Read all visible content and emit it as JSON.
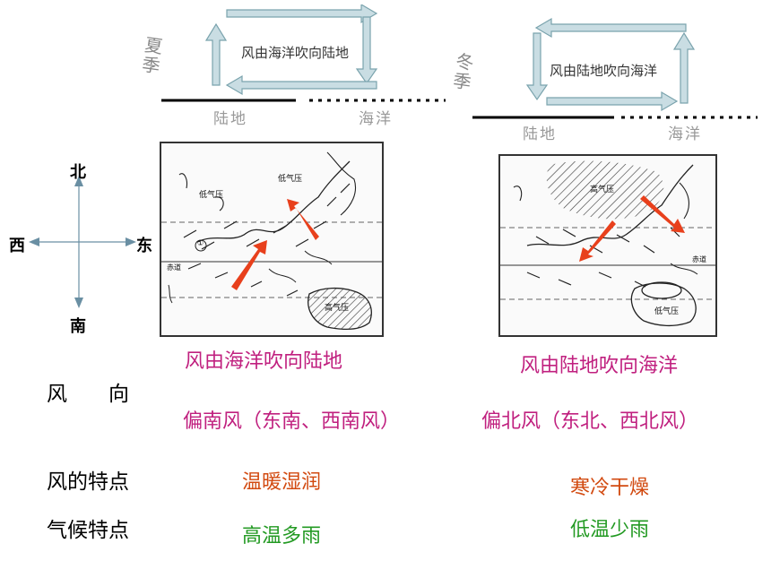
{
  "summer": {
    "season_label": "夏季",
    "cycle_label": "风由海洋吹向陆地",
    "land_label": "陆地",
    "ocean_label": "海洋",
    "map": {
      "low_left": "低气压",
      "low_right": "低气压",
      "high": "高气压",
      "equator": "赤道",
      "marker": "①"
    }
  },
  "winter": {
    "season_label": "冬季",
    "cycle_label": "风由陆地吹向海洋",
    "land_label": "陆地",
    "ocean_label": "海洋",
    "map": {
      "high": "高气压",
      "low": "低气压",
      "equator": "赤道"
    }
  },
  "compass": {
    "north": "北",
    "south": "南",
    "west": "西",
    "east": "东"
  },
  "table": {
    "wind_direction_label": "风　　向",
    "wind_feature_label": "风的特点",
    "climate_label": "气候特点",
    "summer_desc": "风由海洋吹向陆地",
    "winter_desc": "风由陆地吹向海洋",
    "summer_direction": "偏南风（东南、西南风）",
    "winter_direction": "偏北风（东北、西北风）",
    "summer_wind_feature": "温暖湿润",
    "winter_wind_feature": "寒冷干燥",
    "summer_climate": "高温多雨",
    "winter_climate": "低温少雨"
  },
  "colors": {
    "arrow_fill": "#c9dde3",
    "arrow_stroke": "#7aa3ad",
    "wind_arrow": "#e8401c",
    "text_magenta": "#c0207f",
    "text_orange": "#d24a10",
    "text_green": "#239a23"
  }
}
